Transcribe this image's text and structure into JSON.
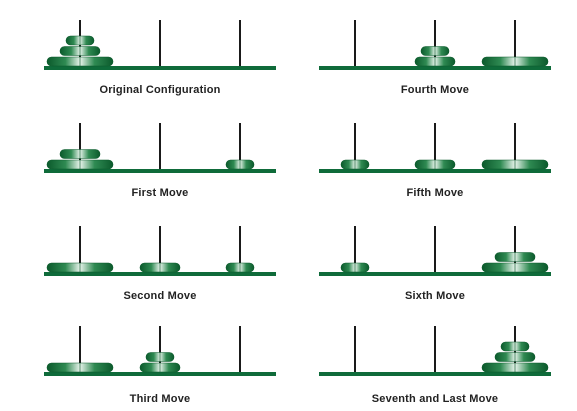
{
  "colors": {
    "base": "#0f6b3a",
    "peg": "#1a1a1a",
    "disk_dark": "#0b5a2c",
    "disk_mid": "#2f8a52",
    "disk_light": "#e8f4ec"
  },
  "disk_sizes": {
    "1": "small",
    "2": "medium",
    "3": "large"
  },
  "panels": [
    {
      "caption": "Original Configuration",
      "pegs": [
        [
          3,
          2,
          1
        ],
        [],
        []
      ]
    },
    {
      "caption": "Fourth Move",
      "pegs": [
        [],
        [
          2,
          1
        ],
        [
          3
        ]
      ]
    },
    {
      "caption": "First Move",
      "pegs": [
        [
          3,
          2
        ],
        [],
        [
          1
        ]
      ]
    },
    {
      "caption": "Fifth Move",
      "pegs": [
        [
          1
        ],
        [
          2
        ],
        [
          3
        ]
      ]
    },
    {
      "caption": "Second Move",
      "pegs": [
        [
          3
        ],
        [
          2
        ],
        [
          1
        ]
      ]
    },
    {
      "caption": "Sixth Move",
      "pegs": [
        [
          1
        ],
        [],
        [
          3,
          2
        ]
      ]
    },
    {
      "caption": "Third Move",
      "pegs": [
        [
          3
        ],
        [
          2,
          1
        ],
        []
      ]
    },
    {
      "caption": "Seventh and Last  Move",
      "pegs": [
        [],
        [],
        [
          3,
          2,
          1
        ]
      ]
    }
  ]
}
